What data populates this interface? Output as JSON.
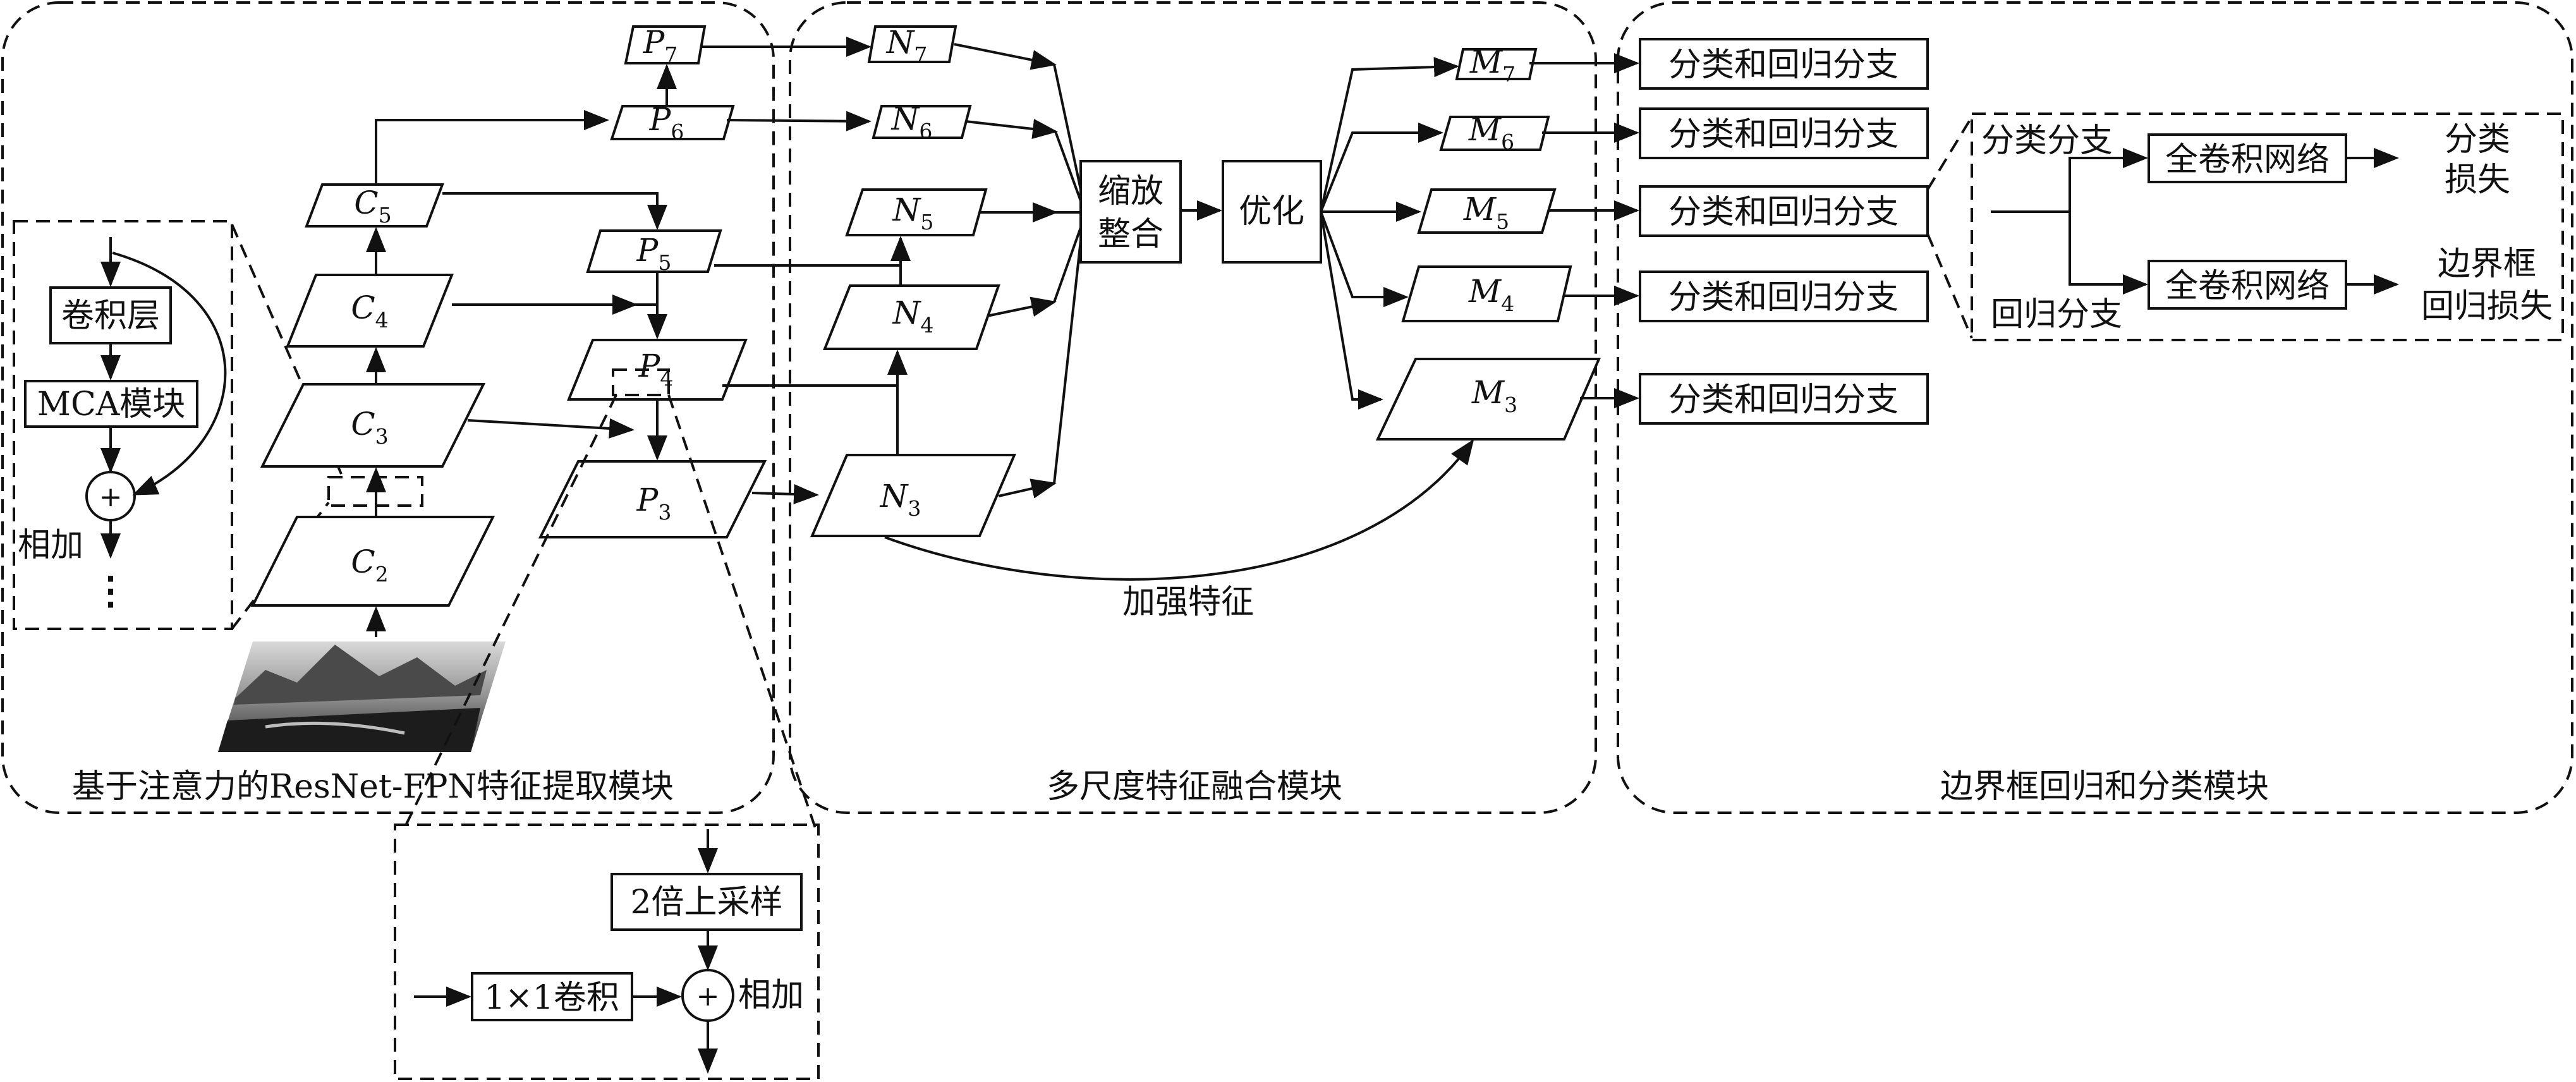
{
  "modules": {
    "extraction": "基于注意力的ResNet-FPN特征提取模块",
    "fusion": "多尺度特征融合模块",
    "head": "边界框回归和分类模块"
  },
  "backbone": {
    "c2": {
      "base": "C",
      "sub": "2"
    },
    "c3": {
      "base": "C",
      "sub": "3"
    },
    "c4": {
      "base": "C",
      "sub": "4"
    },
    "c5": {
      "base": "C",
      "sub": "5"
    }
  },
  "fpn": {
    "p3": {
      "base": "P",
      "sub": "3"
    },
    "p4": {
      "base": "P",
      "sub": "4"
    },
    "p5": {
      "base": "P",
      "sub": "5"
    },
    "p6": {
      "base": "P",
      "sub": "6"
    },
    "p7": {
      "base": "P",
      "sub": "7"
    }
  },
  "fusion_nodes": {
    "n3": {
      "base": "N",
      "sub": "3"
    },
    "n4": {
      "base": "N",
      "sub": "4"
    },
    "n5": {
      "base": "N",
      "sub": "5"
    },
    "n6": {
      "base": "N",
      "sub": "6"
    },
    "n7": {
      "base": "N",
      "sub": "7"
    }
  },
  "outputs": {
    "m3": {
      "base": "M",
      "sub": "3"
    },
    "m4": {
      "base": "M",
      "sub": "4"
    },
    "m5": {
      "base": "M",
      "sub": "5"
    },
    "m6": {
      "base": "M",
      "sub": "6"
    },
    "m7": {
      "base": "M",
      "sub": "7"
    }
  },
  "fusion_block": {
    "line1": "缩放",
    "line2": "整合"
  },
  "optimize_block": "优化",
  "enhance_label": "加强特征",
  "attention_inset": {
    "conv": "卷积层",
    "mca": "MCA模块",
    "plus": "+",
    "add": "相加",
    "dots": "⋮"
  },
  "upsample_inset": {
    "upsample": "2倍上采样",
    "conv1x1": "1×1卷积",
    "plus": "+",
    "add": "相加"
  },
  "head": {
    "branch": "分类和回归分支",
    "cls_branch": "分类分支",
    "reg_branch": "回归分支",
    "fcn": "全卷积网络",
    "cls_loss": [
      "分类",
      "损失"
    ],
    "reg_loss": [
      "边界框",
      "回归损失"
    ]
  }
}
